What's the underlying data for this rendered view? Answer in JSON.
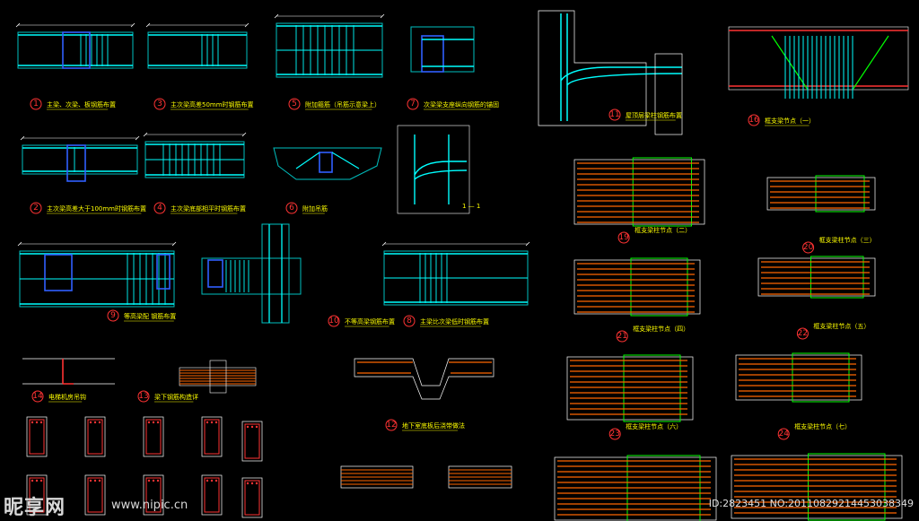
{
  "details": [
    {
      "num": "1",
      "label": "主梁、次梁、板钢筋布置"
    },
    {
      "num": "3",
      "label": "主次梁高差50mm时钢筋布置"
    },
    {
      "num": "5",
      "label": "附加箍筋（吊筋示意梁上）"
    },
    {
      "num": "7",
      "label": "次梁梁支座纵向钢筋的锚固"
    },
    {
      "num": "2",
      "label": "主次梁高差大于100mm时钢筋布置"
    },
    {
      "num": "4",
      "label": "主次梁底部相平时钢筋布置"
    },
    {
      "num": "6",
      "label": "附加吊筋"
    },
    {
      "num": "9",
      "label": "等高梁配 钢筋布置"
    },
    {
      "num": "10",
      "label": "不等高梁钢筋布置"
    },
    {
      "num": "8",
      "label": "主梁比次梁低时钢筋布置"
    },
    {
      "num": "11",
      "label": "屋顶层梁柱钢筋布置"
    },
    {
      "num": "14",
      "label": "电梯机房吊钩"
    },
    {
      "num": "13",
      "label": "梁下钢筋构造详"
    },
    {
      "num": "12",
      "label": "地下室底板后浇带做法"
    },
    {
      "num": "16",
      "label": "框支梁节点（一）"
    },
    {
      "num": "19",
      "label": "框支梁柱节点（二）"
    },
    {
      "num": "20",
      "label": "框支梁柱节点（三）"
    },
    {
      "num": "21",
      "label": "框支梁柱节点（四）"
    },
    {
      "num": "22",
      "label": "框支梁柱节点（五）"
    },
    {
      "num": "23",
      "label": "框支梁柱节点（六）"
    },
    {
      "num": "24",
      "label": "框支梁柱节点（七）"
    }
  ],
  "section_mark": "1 — 1",
  "watermark": {
    "brand": "昵享网",
    "url": "www.nipic.cn"
  },
  "id_tag": "ID:2823451 NO:20110829214453038349",
  "colors": {
    "bg": "#000000",
    "beam": "#00c0c0",
    "rebar": "#00ffff",
    "stirrup": "#3060ff",
    "label": "#ffff00",
    "mark": "#ff3333",
    "dim": "#ffffff",
    "hatch": "#ff6600",
    "green": "#00ff00"
  }
}
